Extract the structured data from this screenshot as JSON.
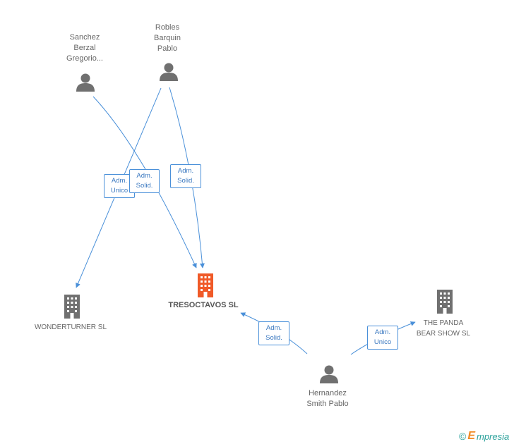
{
  "diagram": {
    "colors": {
      "person": "#707070",
      "company": "#707070",
      "company_main": "#f05a28",
      "edge": "#4a90d9"
    },
    "nodes": {
      "sanchez": {
        "type": "person",
        "label": "Sanchez\nBerzal\nGregorio..."
      },
      "robles": {
        "type": "person",
        "label": "Robles\nBarquin\nPablo"
      },
      "hernandez": {
        "type": "person",
        "label": "Hernandez\nSmith Pablo"
      },
      "wonderturner": {
        "type": "company",
        "label": "WONDERTURNER SL"
      },
      "tresoctavos": {
        "type": "company-main",
        "label": "TRESOCTAVOS SL"
      },
      "panda": {
        "type": "company",
        "label": "THE PANDA\nBEAR SHOW SL"
      }
    },
    "roles": {
      "robles_wonderturner": "Adm.\nUnico",
      "sanchez_tresoctavos": "Adm.\nSolid.",
      "robles_tresoctavos": "Adm.\nSolid.",
      "hernandez_tresoctavos": "Adm.\nSolid.",
      "hernandez_panda": "Adm.\nUnico"
    }
  },
  "footer": {
    "copyright_symbol": "©",
    "brand_initial": "E",
    "brand_rest": "mpresia"
  }
}
